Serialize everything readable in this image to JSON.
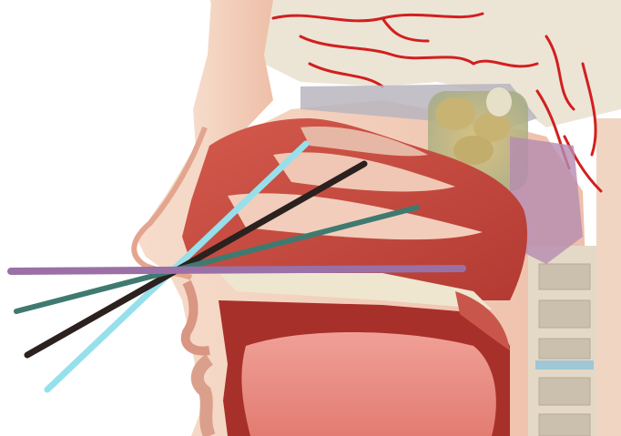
{
  "colors": {
    "background": "#ffffff",
    "face_border": "#e9c7b3",
    "skin": "#f3cdb8",
    "skin_shadow": "#e3a58f",
    "mucosa": "#c8473e",
    "mucosa_dark": "#9d2b25",
    "bone": "#efe6cf",
    "brain": "#e9e2d2",
    "sinus_gray": "#b9b6bd",
    "sinus_green": "#a7b48f",
    "sinus_yellow": "#c9b372",
    "vessels": "#d21f1f",
    "pharynx_purple": "#b58bb0",
    "spine_band": "#d8cfc2",
    "tongue": "#e88f87",
    "probe_cyan": "#96e0ec",
    "probe_black": "#2b211f",
    "probe_teal": "#3f7a70",
    "probe_purple": "#9a70a6"
  },
  "probes": [
    {
      "name": "cyan-probe",
      "color_key": "probe_cyan"
    },
    {
      "name": "black-probe",
      "color_key": "probe_black"
    },
    {
      "name": "teal-probe",
      "color_key": "probe_teal"
    },
    {
      "name": "purple-probe",
      "color_key": "probe_purple"
    }
  ]
}
